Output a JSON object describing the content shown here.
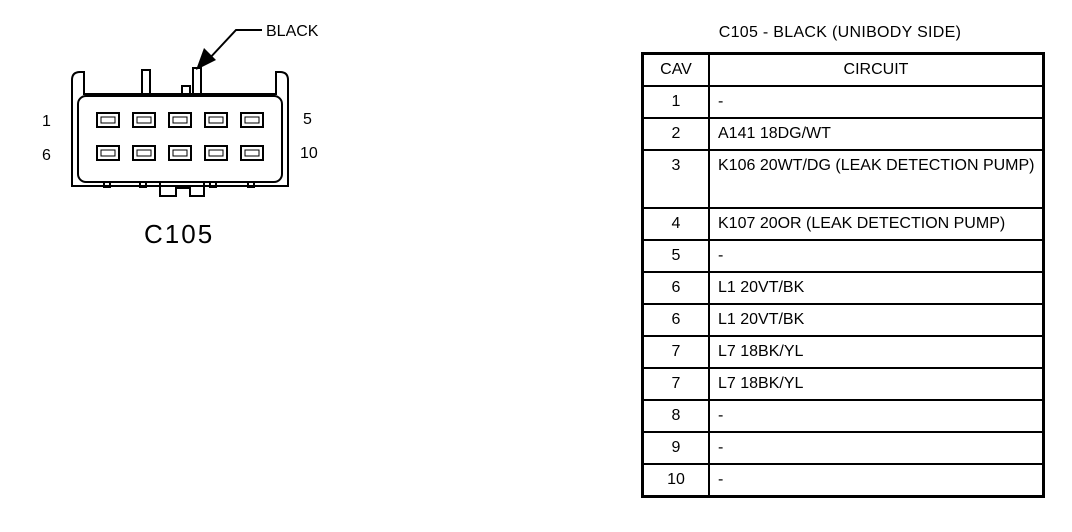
{
  "connector": {
    "id_label": "C105",
    "color_callout": "BLACK",
    "pin_numbers": {
      "top_left": "1",
      "top_right": "5",
      "bottom_left": "6",
      "bottom_right": "10"
    }
  },
  "table": {
    "title": "C105 - BLACK (UNIBODY SIDE)",
    "headers": {
      "cav": "CAV",
      "circuit": "CIRCUIT"
    },
    "rows": [
      {
        "cav": "1",
        "circuit": "-"
      },
      {
        "cav": "2",
        "circuit": "A141  18DG/WT"
      },
      {
        "cav": "3",
        "circuit": "K106  20WT/DG  (LEAK  DETECTION  PUMP)"
      },
      {
        "cav": "4",
        "circuit": "K107  20OR  (LEAK  DETECTION  PUMP)"
      },
      {
        "cav": "5",
        "circuit": "-"
      },
      {
        "cav": "6",
        "circuit": "L1  20VT/BK"
      },
      {
        "cav": "6",
        "circuit": "L1  20VT/BK"
      },
      {
        "cav": "7",
        "circuit": "L7  18BK/YL"
      },
      {
        "cav": "7",
        "circuit": "L7  18BK/YL"
      },
      {
        "cav": "8",
        "circuit": "-"
      },
      {
        "cav": "9",
        "circuit": "-"
      },
      {
        "cav": "10",
        "circuit": "-"
      }
    ]
  }
}
